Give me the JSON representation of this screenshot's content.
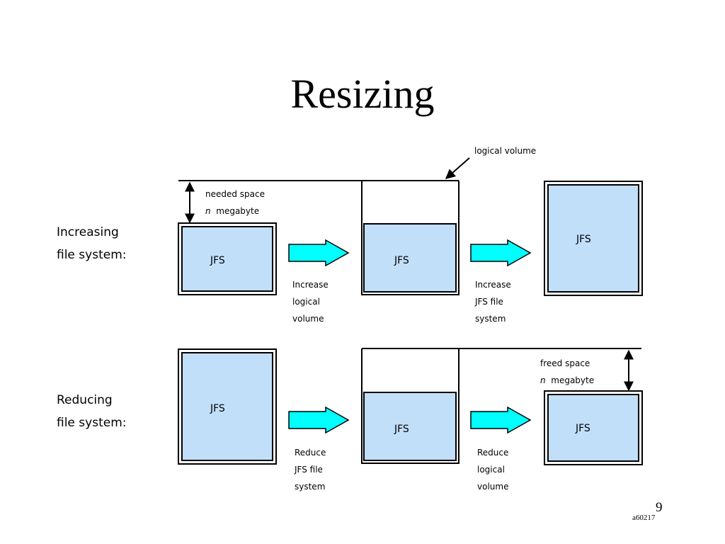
{
  "slide": {
    "title": "Resizing",
    "page_number": "9",
    "slide_id": "a60217"
  },
  "increasing": {
    "row_label_line1": "Increasing",
    "row_label_line2": "file system:",
    "box1_label": "JFS",
    "box2_label": "JFS",
    "box3_label": "JFS",
    "needed_space_line1": "needed space",
    "needed_space_n": "n",
    "needed_space_unit": "megabyte",
    "logical_volume_callout": "logical volume",
    "step1_caption": [
      "Increase",
      "logical",
      "volume"
    ],
    "step2_caption": [
      "Increase",
      "JFS file",
      "system"
    ]
  },
  "reducing": {
    "row_label_line1": "Reducing",
    "row_label_line2": "file system:",
    "box1_label": "JFS",
    "box2_label": "JFS",
    "box3_label": "JFS",
    "freed_space_line1": "freed space",
    "freed_space_n": "n",
    "freed_space_unit": "megabyte",
    "step1_caption": [
      "Reduce",
      "JFS file",
      "system"
    ],
    "step2_caption": [
      "Reduce",
      "logical",
      "volume"
    ]
  },
  "colors": {
    "jfs_fill": "#c2dffa",
    "arrow_fill": "#00ffff",
    "outline": "#000000"
  }
}
